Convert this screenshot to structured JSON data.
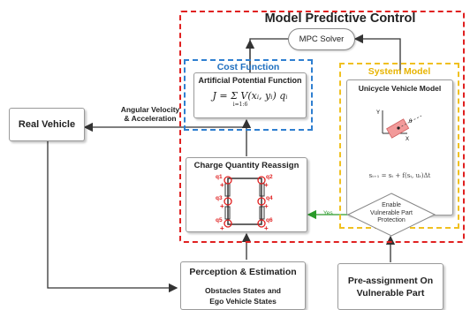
{
  "diagram": {
    "mpc_title": "Model Predictive Control",
    "mpc_solver": "MPC Solver",
    "cost_function": {
      "title": "Cost Function",
      "apf_title": "Artificial Potential Function",
      "equation": "J = Σ V(xᵢ, yᵢ) qᵢ",
      "sum_range": "i=1:6"
    },
    "charge_reassign": {
      "title": "Charge Quantity Reassign",
      "charges": [
        "q1",
        "q2",
        "q3",
        "q4",
        "q5",
        "q6"
      ]
    },
    "system_model": {
      "title": "System Model",
      "unicycle_title": "Unicycle Vehicle Model",
      "equation": "sₜ₊₁ = sₜ + f(sₜ, uₜ)Δt",
      "axis_labels": [
        "Y",
        "X",
        "θ"
      ]
    },
    "real_vehicle": "Real Vehicle",
    "control_signal": {
      "line1": "Angular Velocity",
      "line2": "& Acceleration"
    },
    "decision": {
      "line1": "Enable",
      "line2": "Vulnerable Part",
      "line3": "Protection",
      "yes": "Yes"
    },
    "perception": {
      "title": "Perception & Estimation",
      "line1": "Obstacles States and",
      "line2": "Ego Vehicle States"
    },
    "preassign": {
      "line1": "Pre-assignment On",
      "line2": "Vulnerable Part"
    }
  },
  "colors": {
    "mpc_border": "#e02020",
    "cost_border": "#2f7fd0",
    "cost_title": "#1f6fbf",
    "system_border": "#f0c020",
    "system_title": "#e8b400",
    "charge": "#e02020",
    "arrow_yes": "#2a9a2a"
  }
}
